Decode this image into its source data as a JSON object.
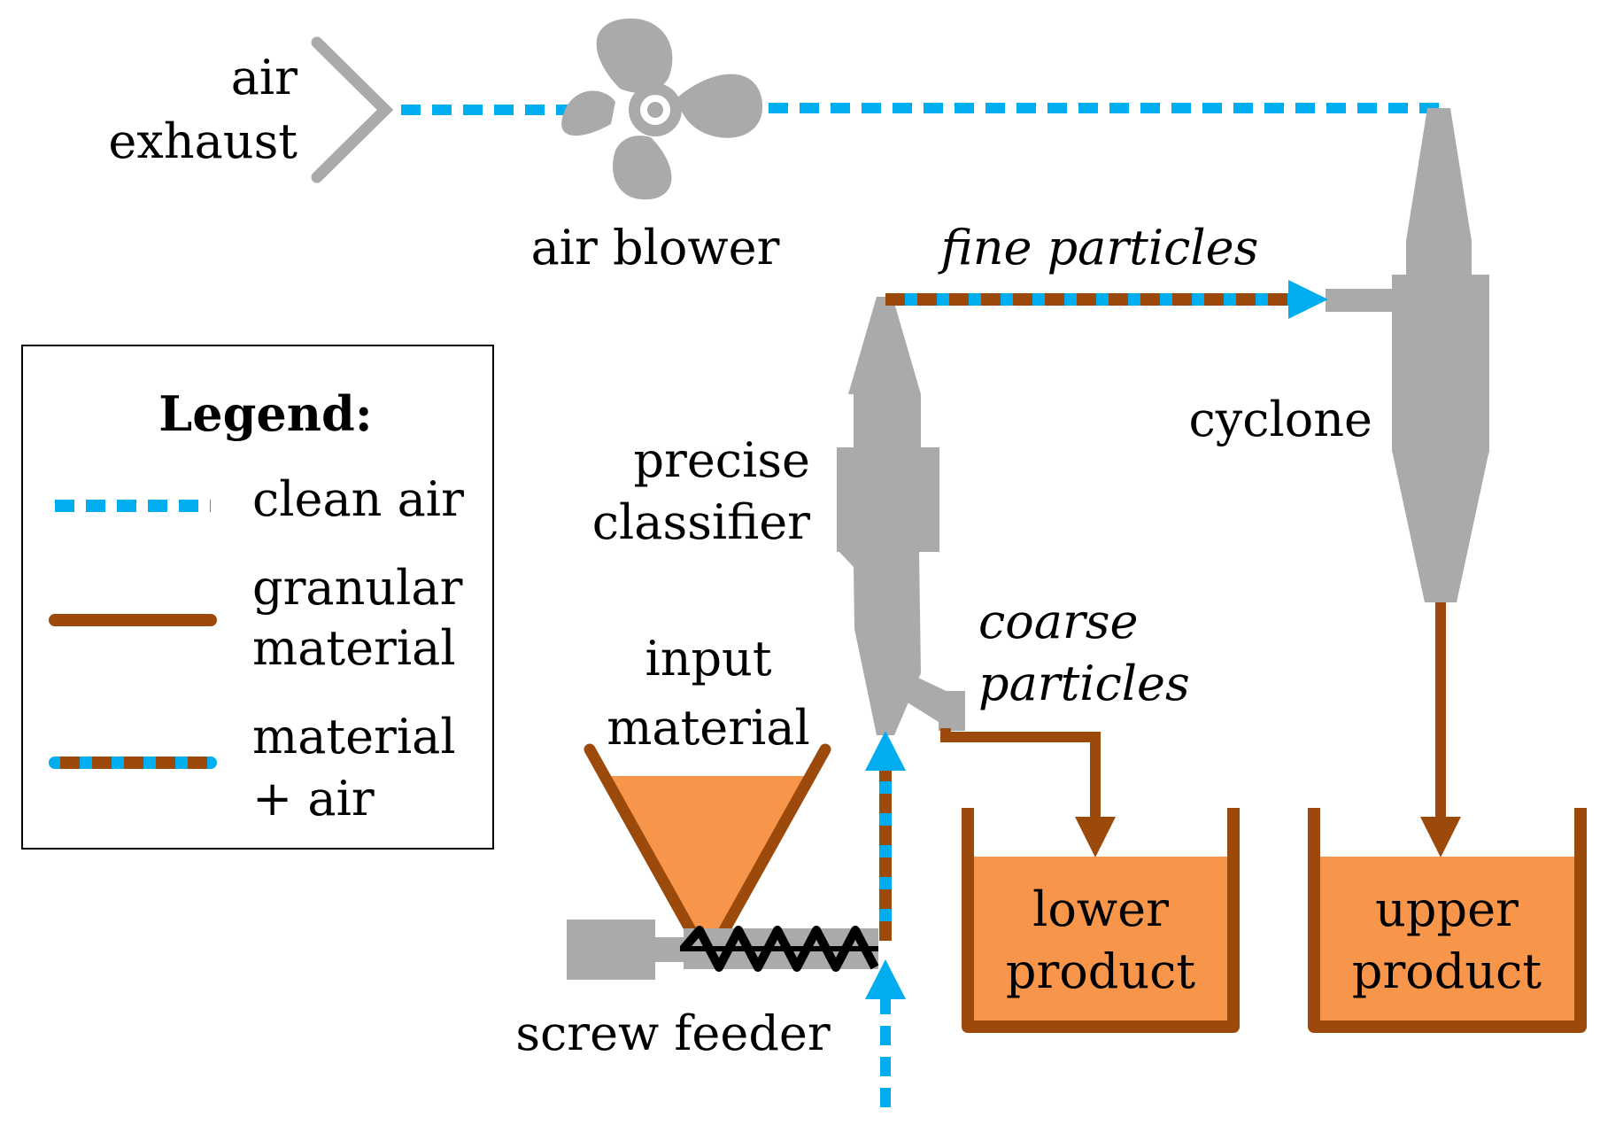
{
  "labels": {
    "air_exhaust": [
      "air",
      "exhaust"
    ],
    "air_blower": "air blower",
    "fine_particles": "fine particles",
    "cyclone": "cyclone",
    "precise_classifier": [
      "precise",
      "classifier"
    ],
    "coarse_particles": [
      "coarse",
      "particles"
    ],
    "input_material": [
      "input",
      "material"
    ],
    "screw_feeder": "screw feeder",
    "lower_product": [
      "lower",
      "product"
    ],
    "upper_product": [
      "upper",
      "product"
    ]
  },
  "legend": {
    "title": "Legend:",
    "items": [
      {
        "key": "clean-air",
        "lines": [
          "clean air"
        ]
      },
      {
        "key": "granular-material",
        "lines": [
          "granular",
          "material"
        ]
      },
      {
        "key": "material-air",
        "lines": [
          "material",
          "+ air"
        ]
      }
    ]
  },
  "colors": {
    "air": "#00aeef",
    "material": "#9c4a0c",
    "equipment": "#aaaaaa",
    "product_fill": "#f7954a",
    "text": "#000000"
  },
  "icons": {
    "blower": "fan-icon",
    "feeder": "screw-icon"
  }
}
